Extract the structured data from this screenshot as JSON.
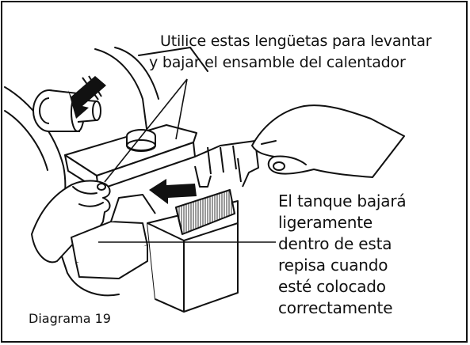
{
  "callout_top": {
    "line1": "Utilice estas lengüetas para levantar",
    "line2": "y bajar el ensamble del calentador"
  },
  "callout_side": {
    "lines": [
      "El tanque bajará",
      "ligeramente",
      "dentro de esta",
      "repisa cuando",
      "esté colocado",
      "correctamente"
    ]
  },
  "figure_label": "Diagrama 19",
  "colors": {
    "ink": "#111111",
    "background": "#ffffff",
    "brush_texture": "#555555"
  },
  "icons": {
    "up_arrow": "arrow-up-left-icon",
    "push_arrow": "arrow-left-icon"
  }
}
